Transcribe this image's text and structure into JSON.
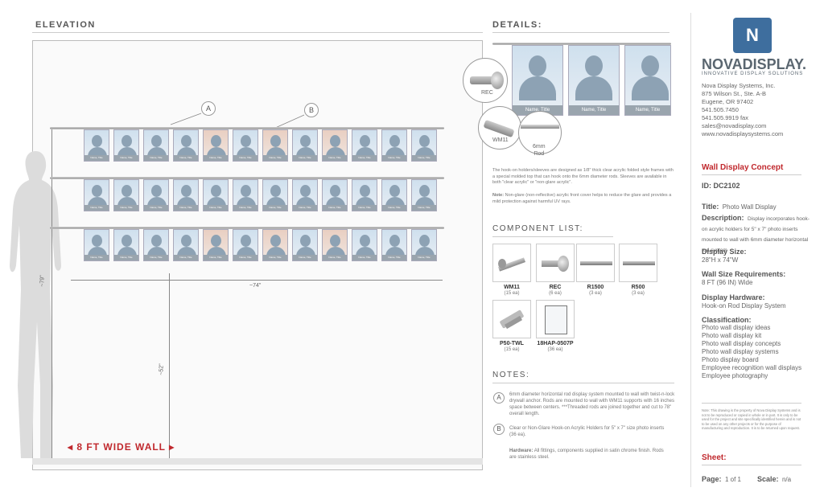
{
  "elevation": {
    "title": "ELEVATION",
    "callout_a": "A",
    "callout_b": "B",
    "dim_width": "~74\"",
    "dim_height": "~79\"",
    "dim_floor": "~52\"",
    "wall_label": "8 FT WIDE WALL",
    "photo_caption": "Name, Title"
  },
  "details": {
    "title": "DETAILS:",
    "rec_label": "REC",
    "wm11_label": "WM11",
    "rod_label_line1": "6mm",
    "rod_label_line2": "Rod",
    "caption": "Name, Title",
    "description": "The hook-on holders/sleeves are designed as 1/8\" thick clear acrylic folded style frames with a special molded top that can hook onto the 6mm diameter rods. Sleeves are available in both \"clear acrylic\" or \"non-glare acrylic\".",
    "note_label": "Note:",
    "note_text": "Non-glare (non-reflective) acrylic front cover helps to reduce the glare and provides a mild protection against harmful UV rays."
  },
  "components": {
    "title": "COMPONENT LIST:",
    "items": [
      {
        "name": "WM11",
        "qty": "(15 ea)"
      },
      {
        "name": "REC",
        "qty": "(6 ea)"
      },
      {
        "name": "R1500",
        "qty": "(3 ea)"
      },
      {
        "name": "R500",
        "qty": "(3 ea)"
      },
      {
        "name": "P50-TWL",
        "qty": "(15 ea)"
      },
      {
        "name": "18HAP-0507P",
        "qty": "(36 ea)"
      }
    ]
  },
  "notes": {
    "title": "NOTES:",
    "a_marker": "A",
    "a_text": "6mm diameter horizontal rod display system mounted to wall with twist-n-lock drywall anchor. Rods are mounted to wall with WM11 supports with 16 inches space between centers. ***Threaded rods are joined together and cut to 78\" overall length.",
    "b_marker": "B",
    "b_text": "Clear or Non-Glare Hook-on Acrylic Holders for 5\" x 7\" size photo inserts (36 ea).",
    "hardware_label": "Hardware:",
    "hardware_text": "All fittings, components supplied in satin chrome finish. Rods are stainless steel."
  },
  "company": {
    "logo_text": "NOVADISPLAY.",
    "tagline": "INNOVATIVE DISPLAY SOLUTIONS",
    "address_lines": [
      "Nova Display Systems, Inc.",
      "875 Wilson St., Ste. A-B",
      "Eugene, OR 97402",
      "541.505.7450",
      "541.505.9919 fax",
      "sales@novadisplay.com",
      "www.novadisplaysystems.com"
    ]
  },
  "spec": {
    "concept_title": "Wall Display Concept",
    "id_label": "ID:",
    "id_value": "DC2102",
    "title_label": "Title:",
    "title_value": "Photo Wall Display",
    "desc_label": "Description:",
    "desc_value": "Display incorporates hook-on acrylic holders for 5\" x 7\" photo inserts mounted to wall with 6mm diameter horizontal rod system",
    "size_label": "Display Size:",
    "size_value": "28\"H x 74\"W",
    "wall_label": "Wall Size Requirements:",
    "wall_value": "8 FT (96 IN) Wide",
    "hardware_label": "Display Hardware:",
    "hardware_value": "Hook-on Rod Display System",
    "class_label": "Classification:",
    "class_values": [
      "Photo wall display ideas",
      "Photo wall display kit",
      "Photo wall display concepts",
      "Photo wall display systems",
      "Photo display board",
      "Employee recognition wall displays",
      "Employee photography"
    ],
    "legal": "Note: This drawing is the property of Nova Display Systems and is not to be reproduced or copied in whole or in part. It is only to be used for the project and site specifically identified herein and is not to be used on any other projects or for the purpose of manufacturing and reproduction. It is to be returned upon request.",
    "sheet_title": "Sheet:",
    "page_label": "Page:",
    "page_value": "1 of 1",
    "scale_label": "Scale:",
    "scale_value": "n/a"
  },
  "colors": {
    "accent_red": "#c0282d",
    "logo_blue": "#3e6e9e"
  }
}
